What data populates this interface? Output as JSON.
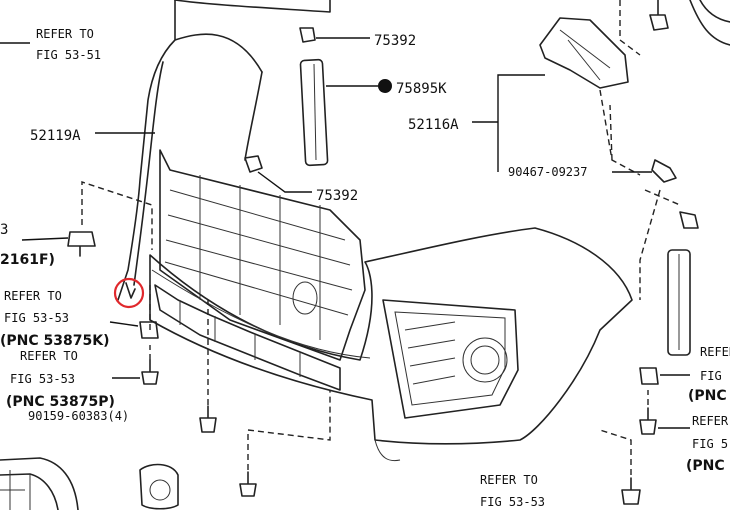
{
  "labels": {
    "refer_53_51_line1": "REFER TO",
    "refer_53_51_line2": "FIG 53-51",
    "pn_52119A": "52119A",
    "pn_75392_top": "75392",
    "pn_75895K": "75895K",
    "pn_52116A": "52116A",
    "pn_75392_mid": "75392",
    "pn_90467": "90467-09237",
    "left_cut_3": "3",
    "left_cut_2161F": "2161F)",
    "refer_left1_line1": "REFER TO",
    "refer_left1_line2": "FIG 53-53",
    "pnc_53875K": "(PNC 53875K)",
    "refer_left2_line1": "REFER TO",
    "refer_left2_line2": "FIG 53-53",
    "pnc_53875P": "(PNC 53875P)",
    "pn_90159": "90159-60383(4)",
    "refer_bottom_line1": "REFER TO",
    "refer_bottom_line2": "FIG 53-53",
    "right_refer1": "REFER",
    "right_fig1": "FIG",
    "right_pnc1": "(PNC",
    "right_refer2": "REFER",
    "right_fig2": "FIG 5",
    "right_pnc2": "(PNC"
  },
  "colors": {
    "line": "#222222",
    "highlight_circle": "#e0282c"
  }
}
